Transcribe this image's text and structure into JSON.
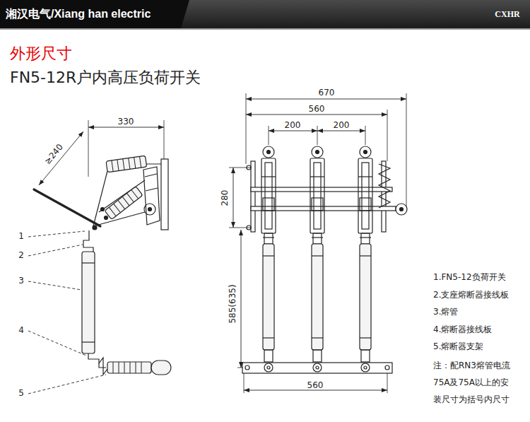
{
  "diagram": {
    "title": "外形尺寸",
    "labels": [
      "湘汉电气/Xiang han electric",
      "CXHR",
      "FN5-12R户内高压负荷开关",
      "330",
      "≥240",
      "670",
      "560",
      "200",
      "200",
      "280",
      "585(635)",
      "560",
      "1",
      "2",
      "3",
      "4",
      "5",
      "1.FN5-12负荷开关",
      "2.支座熔断器接线板",
      "3.熔管",
      "4.熔断器接线板",
      "5.熔断器支架",
      "注：配RN3熔管电流 75A及75A以上的安 装尺寸为括号内尺寸"
    ]
  }
}
